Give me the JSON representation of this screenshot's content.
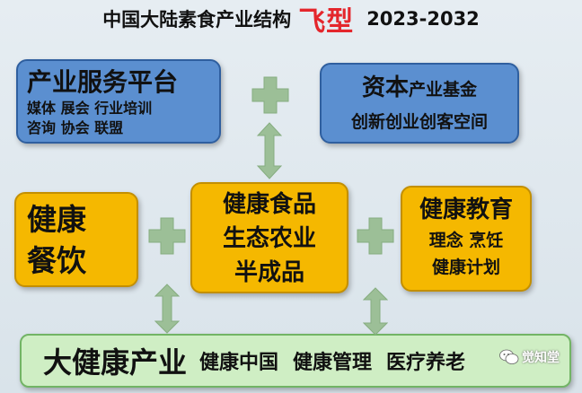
{
  "title": {
    "main": "中国大陆素食产业结构",
    "accent": "飞型",
    "years": "2023-2032"
  },
  "platform": {
    "title": "产业服务平台",
    "line1": "媒体  展会  行业培训",
    "line2": "咨询  协会  联盟"
  },
  "capital": {
    "big": "资本",
    "rest": "产业基金",
    "line2": "创新创业创客空间"
  },
  "dining": {
    "line1": "健康",
    "line2": "餐饮"
  },
  "food": {
    "line1": "健康食品",
    "line2": "生态农业",
    "line3": "半成品"
  },
  "education": {
    "title": "健康教育",
    "line1": "理念 烹饪",
    "line2": "健康计划"
  },
  "health_bar": {
    "main": "大健康产业",
    "items": [
      "健康中国",
      "健康管理",
      "医疗养老"
    ]
  },
  "watermark": {
    "text": "觉知堂",
    "icon": "wechat-icon"
  },
  "colors": {
    "blue_box": "#5b8fd0",
    "yellow_box": "#f5b800",
    "green_box": "#cfeec4",
    "connector": "#9cbf97",
    "accent_red": "#e4262c"
  }
}
